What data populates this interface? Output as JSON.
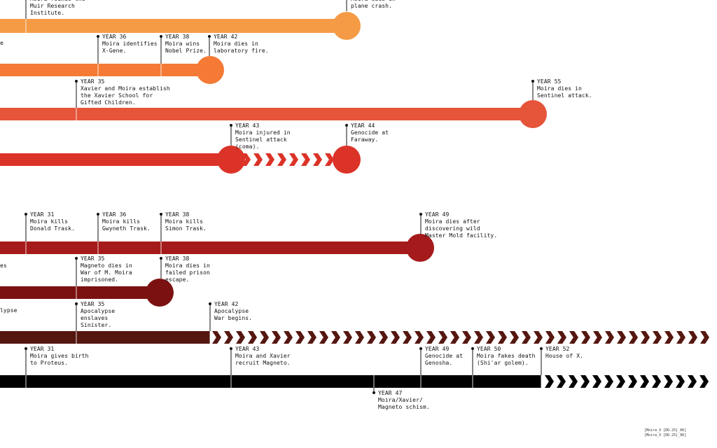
{
  "colors": {
    "line1": "#f59a45",
    "line2": "#f47a35",
    "line3": "#e6543a",
    "line4": "#dc3328",
    "line5": "#a51a1a",
    "line6": "#7c1111",
    "line7": "#551710",
    "line8": "#000000"
  },
  "timelines": [
    {
      "id": "line1",
      "color": "#f59a45",
      "events": [
        {
          "year": "",
          "text": "Moira founds the\nMuir Research\nInstitute."
        },
        {
          "year": "",
          "text": "Moira dies in\nplane crash."
        }
      ]
    },
    {
      "id": "line2",
      "color": "#f47a35",
      "events": [
        {
          "year": "",
          "text": "e"
        },
        {
          "year": "YEAR 36",
          "text": "Moira identifies\nX-Gene."
        },
        {
          "year": "YEAR 38",
          "text": "Moira wins\nNobel Prize."
        },
        {
          "year": "YEAR 42",
          "text": "Moira dies in\nlaboratory fire."
        }
      ]
    },
    {
      "id": "line3",
      "color": "#e6543a",
      "events": [
        {
          "year": "YEAR 35",
          "text": "Xavier and Moira establish\nthe Xavier School for\nGifted Children."
        },
        {
          "year": "YEAR 55",
          "text": "Moira dies in\nSentinel attack."
        }
      ]
    },
    {
      "id": "line4",
      "color": "#dc3328",
      "events": [
        {
          "year": "YEAR 43",
          "text": "Moira injured in\nSentinel attack\n(coma)."
        },
        {
          "year": "YEAR 44",
          "text": "Genocide at\nFaraway."
        }
      ]
    },
    {
      "id": "line5",
      "color": "#a51a1a",
      "events": [
        {
          "year": "YEAR 31",
          "text": "Moira kills\nDonald Trask."
        },
        {
          "year": "YEAR 36",
          "text": "Moira kills\nGwyneth Trask."
        },
        {
          "year": "YEAR 38",
          "text": "Moira kills\nSimon Trask."
        },
        {
          "year": "YEAR 49",
          "text": "Moira dies after\ndiscovering wild\nMaster Mold facility."
        }
      ]
    },
    {
      "id": "line6",
      "color": "#7c1111",
      "events": [
        {
          "year": "",
          "text": "es"
        },
        {
          "year": "YEAR 35",
          "text": "Magneto dies in\nWar of M. Moira\nimprisoned."
        },
        {
          "year": "YEAR 38",
          "text": "Moira dies in\nfailed prison\nescape."
        }
      ]
    },
    {
      "id": "line7",
      "color": "#551710",
      "events": [
        {
          "year": "",
          "text": "lypse"
        },
        {
          "year": "YEAR 35",
          "text": "Apocalypse\nenslaves\nSinister."
        },
        {
          "year": "YEAR 42",
          "text": "Apocalypse\nWar begins."
        }
      ]
    },
    {
      "id": "line8",
      "color": "#000000",
      "events": [
        {
          "year": "YEAR 31",
          "text": "Moira gives birth\nto Proteus."
        },
        {
          "year": "YEAR 43",
          "text": "Moira and Xavier\nrecruit Magneto."
        },
        {
          "year": "YEAR 47",
          "text": "Moira/Xavier/\nMagneto schism."
        },
        {
          "year": "YEAR 49",
          "text": "Genocide at\nGenosha."
        },
        {
          "year": "YEAR 50",
          "text": "Moira fakes death\n(Shi'ar golem)."
        },
        {
          "year": "YEAR 52",
          "text": "House of X."
        }
      ]
    }
  ],
  "footer": {
    "line1": "[Moira_X [DD.25]_06]",
    "line2": "[Moira_X [DD.25]_06]"
  }
}
